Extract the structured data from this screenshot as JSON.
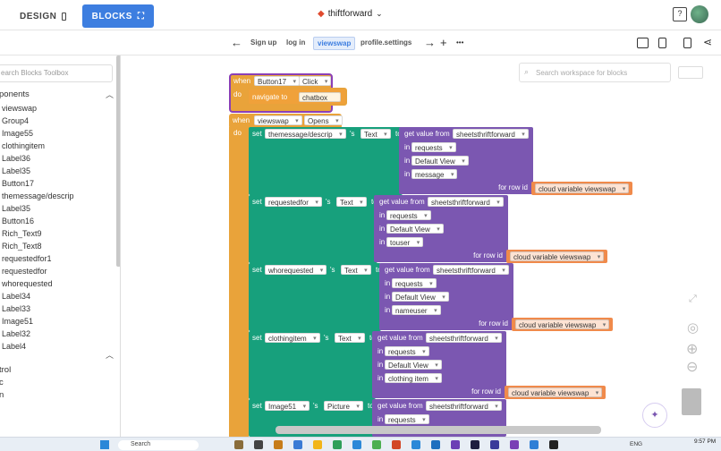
{
  "topbar": {
    "design_label": "DESIGN",
    "blocks_label": "BLOCKS",
    "project_name": "thiftforward",
    "help_glyph": "?",
    "design_icon": "phone-icon",
    "blocks_icon": "puzzle-icon"
  },
  "screenbar": {
    "tabs": [
      "Sign up",
      "log in",
      "viewswap",
      "profile.settings"
    ],
    "back": "←",
    "forward": "→",
    "add": "+",
    "more": "•••"
  },
  "sidebar": {
    "search_placeholder": "earch Blocks Toolbox",
    "section_components": "ponents",
    "items": [
      "viewswap",
      "Group4",
      "Image55",
      "clothingitem",
      "Label36",
      "Label35",
      "Button17",
      "themessage/descrip",
      "Label35",
      "Button16",
      "Rich_Text9",
      "Rich_Text8",
      "requestedfor1",
      "requestedfor",
      "whorequested",
      "Label34",
      "Label33",
      "Image51",
      "Label32",
      "Label4"
    ],
    "lower_items": [
      "trol",
      "c",
      "n"
    ]
  },
  "workspace": {
    "search_placeholder": "Search workspace for blocks",
    "event1": {
      "when": "when",
      "component": "Button17",
      "event": "Click",
      "do": "do",
      "navigate": "navigate to",
      "target": "chatbox"
    },
    "event2": {
      "when": "when",
      "component": "viewswap",
      "event": "Opens",
      "do": "do"
    },
    "set_kw": "set",
    "s_kw": "'s",
    "to_kw": "to",
    "get_value": "get value from",
    "in_kw": "in",
    "for_row": "for row id",
    "sets": [
      {
        "component": "themessage/descrip",
        "prop": "Text",
        "source": "sheetsthriftforward",
        "sheet": "requests",
        "view": "Default View",
        "column": "message",
        "row": "cloud variable viewswap"
      },
      {
        "component": "requestedfor",
        "prop": "Text",
        "source": "sheetsthriftforward",
        "sheet": "requests",
        "view": "Default View",
        "column": "touser",
        "row": "cloud variable viewswap"
      },
      {
        "component": "whorequested",
        "prop": "Text",
        "source": "sheetsthriftforward",
        "sheet": "requests",
        "view": "Default View",
        "column": "nameuser",
        "row": "cloud variable viewswap"
      },
      {
        "component": "clothingitem",
        "prop": "Text",
        "source": "sheetsthriftforward",
        "sheet": "requests",
        "view": "Default View",
        "column": "clothing item",
        "row": "cloud variable viewswap"
      },
      {
        "component": "Image51",
        "prop": "Picture",
        "source": "sheetsthriftforward",
        "sheet": "requests"
      }
    ]
  },
  "taskbar": {
    "search": "Search",
    "lang": "ENG",
    "time": "9:57 PM"
  }
}
